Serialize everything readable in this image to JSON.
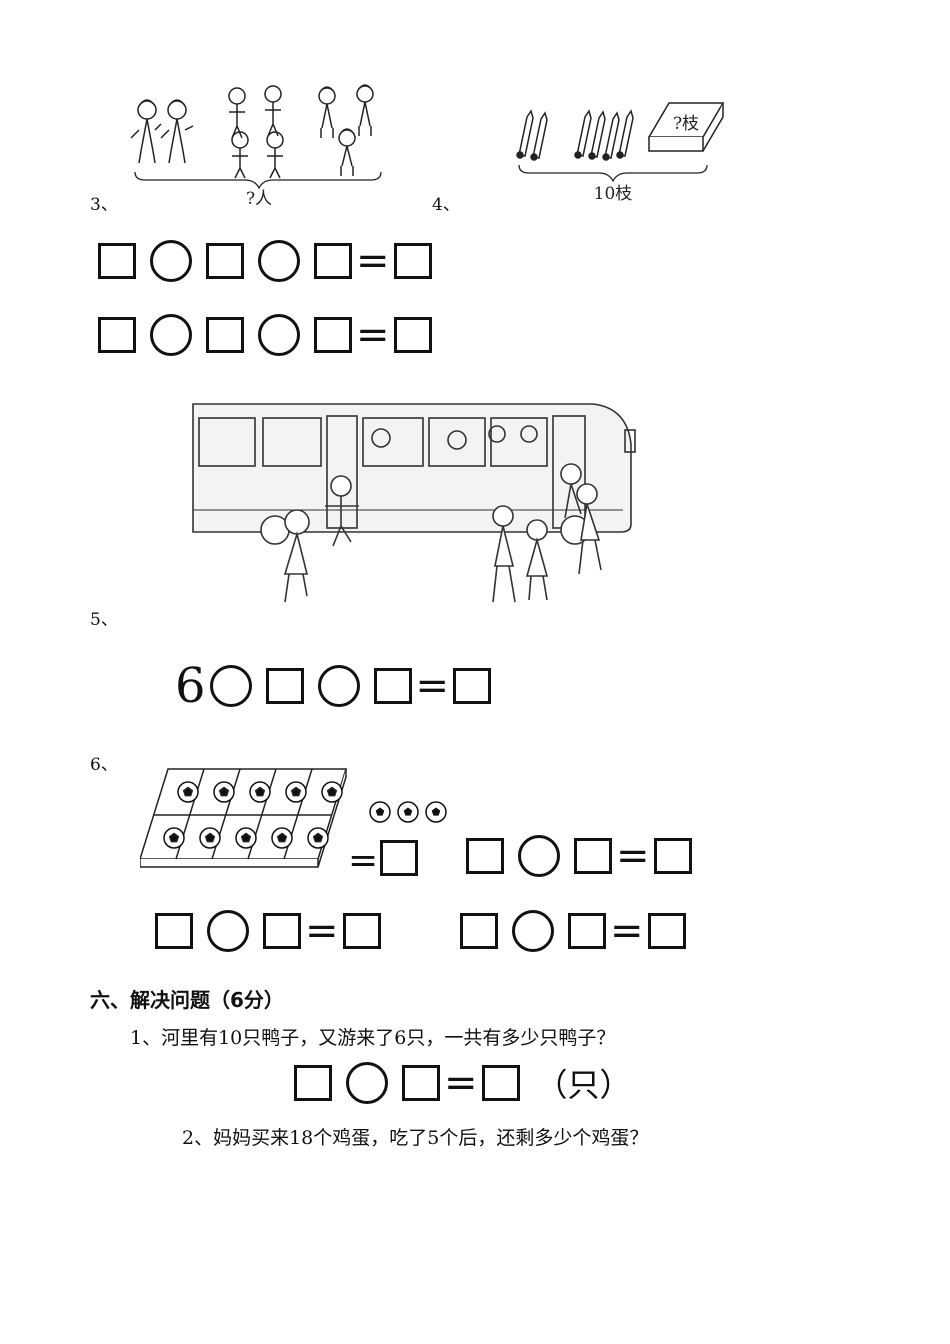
{
  "problem3": {
    "number": "3、",
    "brace_label": "?人",
    "rows": [
      [
        "box",
        "circle",
        "box",
        "circle",
        "box",
        "=",
        "box"
      ],
      [
        "box",
        "circle",
        "box",
        "circle",
        "box",
        "=",
        "box"
      ]
    ]
  },
  "problem4": {
    "number": "4、",
    "box_label": "?枝",
    "brace_label": "10枝"
  },
  "problem5": {
    "number": "5、",
    "start_value": "6",
    "equation": [
      "circle",
      "box",
      "circle",
      "box",
      "=",
      "box"
    ]
  },
  "problem6": {
    "number": "6、",
    "tray_balls": 10,
    "loose_balls": 3,
    "equals_sign": "="
  },
  "section6": {
    "title": "六、解决问题（6分）",
    "q1": "1、河里有10只鸭子，又游来了6只，一共有多少只鸭子？",
    "q1_unit": "（只）",
    "q2": "2、妈妈买来18个鸡蛋，吃了5个后，还剩多少个鸡蛋？"
  },
  "symbols": {
    "equals": "="
  }
}
